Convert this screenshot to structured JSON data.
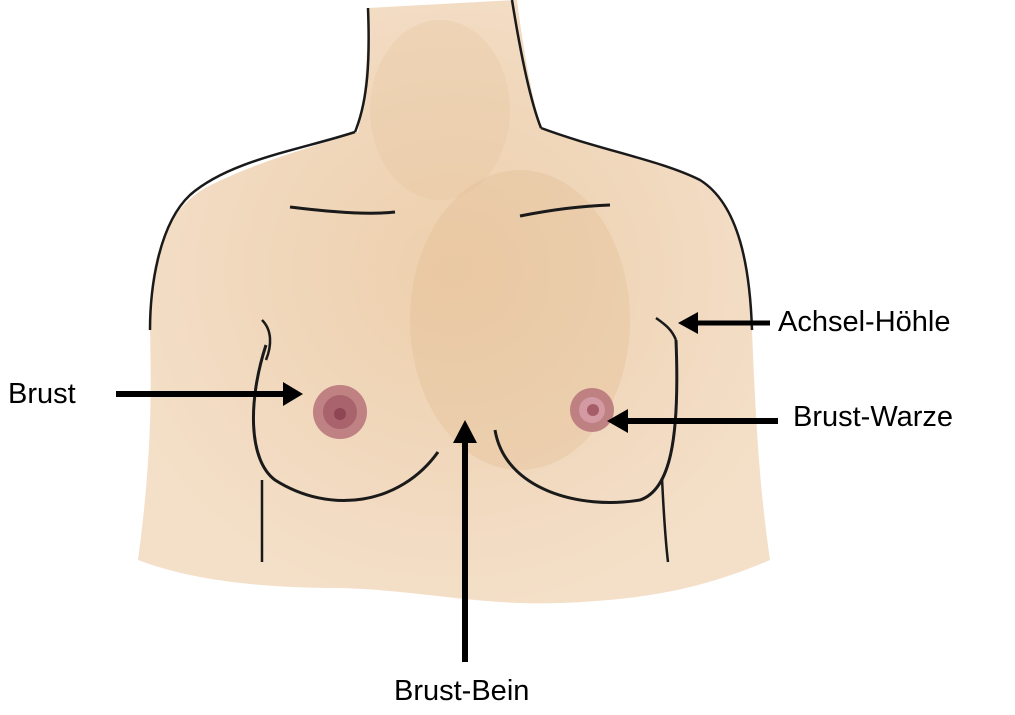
{
  "diagram": {
    "labels": {
      "brust": "Brust",
      "achsel_hoehle": "Achsel-Höhle",
      "brust_warze": "Brust-Warze",
      "brust_bein": "Brust-Bein"
    },
    "colors": {
      "skin": "#f1d8bc",
      "skin_shade": "#e6c29a",
      "outline": "#1a1a1a",
      "nipple": "#b9787c",
      "nipple_center": "#8e4655",
      "arrow": "#000000"
    }
  }
}
